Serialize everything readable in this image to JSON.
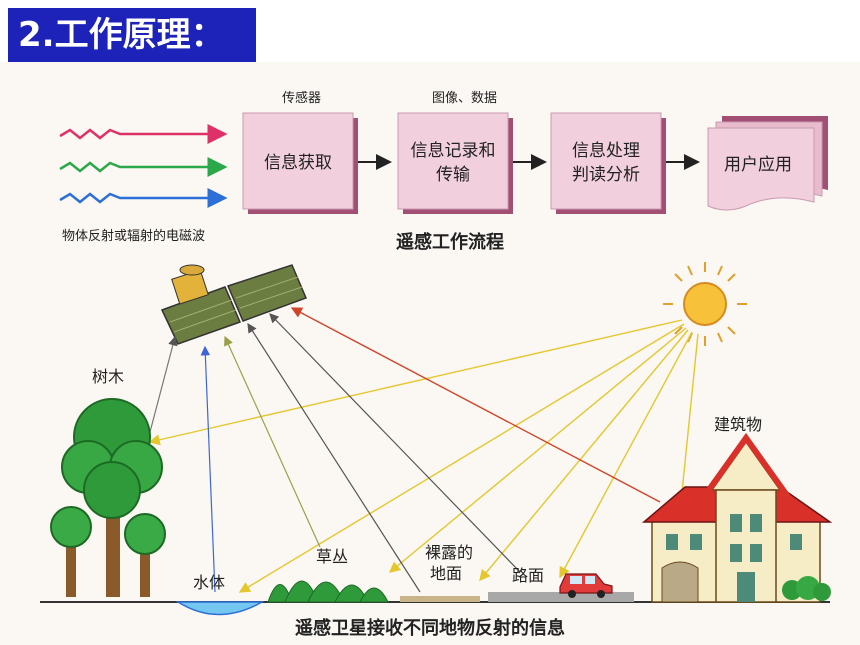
{
  "title": "2.工作原理：",
  "flow": {
    "wave_label": "物体反射或辐射的电磁波",
    "sensor_label": "传感器",
    "data_label": "图像、数据",
    "box1": "信息获取",
    "box2_line1": "信息记录和",
    "box2_line2": "传输",
    "box3_line1": "信息处理",
    "box3_line2": "判读分析",
    "box4": "用户应用",
    "caption": "遥感工作流程",
    "wave_colors": [
      "#e0306a",
      "#2aa84a",
      "#2c6fd6"
    ]
  },
  "scene": {
    "tree_label": "树木",
    "water_label": "水体",
    "grass_label": "草丛",
    "ground_line1": "裸露的",
    "ground_line2": "地面",
    "road_label": "路面",
    "building_label": "建筑物",
    "caption": "遥感卫星接收不同地物反射的信息"
  }
}
